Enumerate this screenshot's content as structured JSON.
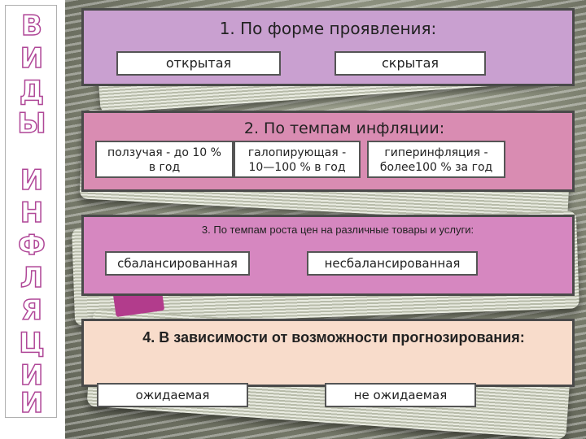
{
  "sidebar": {
    "letters": [
      "В",
      "И",
      "Д",
      "Ы",
      "И",
      "Н",
      "Ф",
      "Л",
      "Я",
      "Ц",
      "И",
      "И"
    ]
  },
  "panel1": {
    "title": "1. По форме проявления:",
    "options": [
      "открытая",
      "скрытая"
    ]
  },
  "panel2": {
    "title": "2. По темпам инфляции:",
    "options": [
      {
        "line1": "ползучая - до 10 %",
        "line2": "в год"
      },
      {
        "line1": "галопирующая -",
        "line2": "10—100 %  в год"
      },
      {
        "line1": "гиперинфляция -",
        "line2": "более100 % за год"
      }
    ]
  },
  "panel3": {
    "title": "3. По темпам роста цен на различные товары  и услуги:",
    "options": [
      "сбалансированная",
      "несбалансированная"
    ]
  },
  "panel4": {
    "title": "4. В зависимости от возможности прогнозирования:",
    "options": [
      "ожидаемая",
      "не ожидаемая"
    ]
  },
  "colors": {
    "panel1": "#c9a0d0",
    "panel2": "#d98cb2",
    "panel3": "#d687c0",
    "panel4": "#f8dccb",
    "letters": "#b04898"
  }
}
